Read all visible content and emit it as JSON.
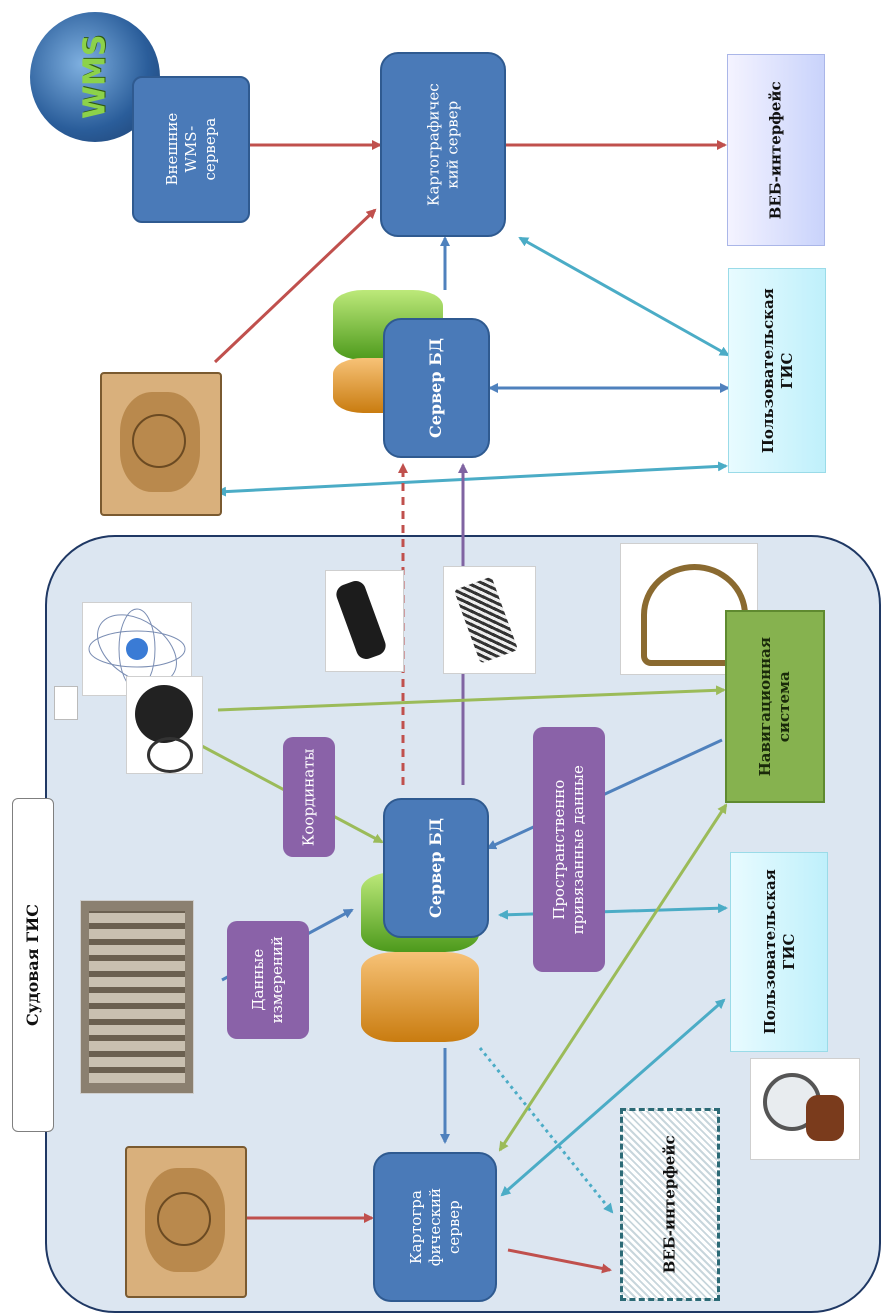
{
  "vessel_panel": {
    "title": "Судовая ГИС"
  },
  "vessel": {
    "db_server": "Сервер БД",
    "map_server": "Картогра\nфический\nсервер",
    "web_interface": "ВЕБ-интерфейс",
    "user_gis": "Пользовательская\nГИС",
    "nav_system": "Навигационная\nсистема",
    "label_coords": "Координаты",
    "label_measurements": "Данные\nизмерений",
    "label_spatial": "Пространственно\nпривязанные данные"
  },
  "shore": {
    "wms_servers": "Внешние\nWMS-\nсервера",
    "wms_globe_text": "WMS",
    "map_server": "Картографичес\nкий сервер",
    "db_server": "Сервер БД",
    "web_interface": "ВЕБ-интерфейс",
    "user_gis": "Пользовательская\nГИС"
  },
  "colors": {
    "blue_box": "#4a7ab8",
    "purple_box": "#8a62a8",
    "green_box": "#86b24f",
    "arrow_red": "#c0504d",
    "arrow_blue": "#4f81bd",
    "arrow_teal": "#4bacc6",
    "arrow_green": "#9bbb59",
    "arrow_purple": "#8064a2"
  }
}
